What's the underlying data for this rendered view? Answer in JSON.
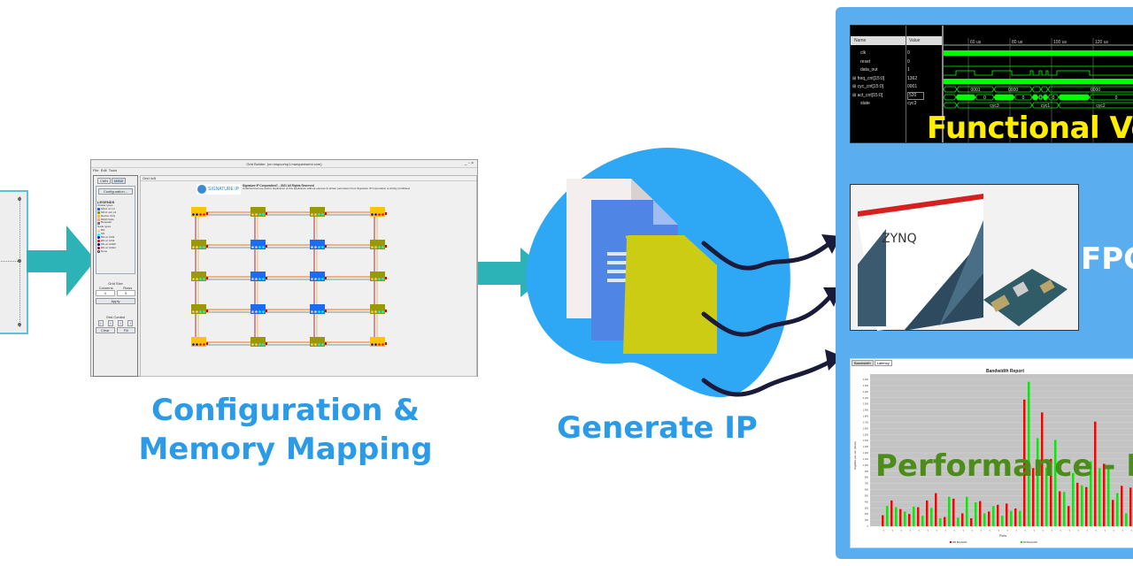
{
  "colors": {
    "caption": "#2b9be8",
    "arrow": "#2bb3b8",
    "blob": "#2ea8f5",
    "panel": "#5aaef0",
    "functional": "#ffee00",
    "performance": "#4c8c1a",
    "wave": "#00ff00"
  },
  "captions": {
    "config_line1": "Configuration &",
    "config_line2": "Memory Mapping",
    "generate": "Generate IP"
  },
  "grid_builder": {
    "window_title": "Grid Builder: (on mspcomp1.marqueesemi.com)",
    "menu": [
      "File",
      "Edit",
      "Tools"
    ],
    "tabs": [
      "CMN",
      "MNW"
    ],
    "configuration_button": "Configuration...",
    "legends_title": "LEGENDS",
    "cluster_types_label": "Cluster types",
    "cluster_types": [
      {
        "label": "MN-F w/ L3",
        "color": "#1a6cf5"
      },
      {
        "label": "MN-F w/o L3",
        "color": "#999900"
      },
      {
        "label": "Device Only",
        "color": "#ffc400"
      },
      {
        "label": "DHM Node",
        "color": "#ff9a9a"
      },
      {
        "label": "Repeater",
        "color": "#777777"
      }
    ],
    "node_types_label": "Node types",
    "node_types": [
      {
        "label": "RN",
        "color": "#ffc990"
      },
      {
        "label": "SN",
        "color": "#00ffff"
      },
      {
        "label": "RN w/ AXI3",
        "color": "#0000ff"
      },
      {
        "label": "RN w/ AXI4",
        "color": "#ff0000"
      },
      {
        "label": "RN w/ ACE5",
        "color": "#00008b"
      },
      {
        "label": "RN w/ ACE4",
        "color": "#aa0000"
      },
      {
        "label": "None",
        "color": "#ffffff"
      }
    ],
    "grid_size_label": "Grid Size",
    "columns_label": "Columns",
    "rows_label": "Rows",
    "columns_value": "4",
    "rows_value": "5",
    "apply_button": "Apply",
    "grid_control_label": "Grid Control",
    "clear_button": "Clear",
    "fill_button": "Fill",
    "main_tab": "Grid 4x5",
    "logo_text": "SIGNATURE IP",
    "copyright": "Signature IP Corporation© - 2021 All Rights Reserved",
    "notice": "Unauthorized use and/or duplication of this application without express & written permission from Signature IP Corporation is strictly prohibited."
  },
  "waveform": {
    "headers": {
      "name": "Name",
      "value": "Value"
    },
    "signals": [
      {
        "name": "clk",
        "value": "0"
      },
      {
        "name": "reset",
        "value": "0"
      },
      {
        "name": "data_out",
        "value": "1"
      },
      {
        "name": "freq_cnt[15:0]",
        "value": "1362"
      },
      {
        "name": "cyc_cnt[15:0]",
        "value": "0001"
      },
      {
        "name": "act_cnt[15:0]",
        "value": "520"
      },
      {
        "name": "state",
        "value": "cyc3"
      }
    ],
    "time_ticks": [
      "60 us",
      "80 us",
      "100 us",
      "120 us"
    ],
    "bus_labels": {
      "cyc": [
        "0001",
        "0000",
        "0000"
      ],
      "act": [
        "0",
        "0",
        "0",
        "0",
        "0"
      ],
      "state": [
        "cyc3",
        "cyc1",
        "cyc2"
      ]
    },
    "overlay": "Functional Ve"
  },
  "fpga": {
    "overlay": "FPG",
    "box_text": "ZYNQ"
  },
  "bandwidth": {
    "tabs": [
      "Bandwidth",
      "Latency"
    ],
    "overlay": "Performance - BW",
    "chart_data": {
      "type": "bar",
      "title": "Bandwidth Report",
      "xlabel": "Ports",
      "ylabel": "GigaBits per sec (Gbps)",
      "ylim": [
        0,
        2400
      ],
      "grid": true,
      "legend": "bottom",
      "series": [
        {
          "name": "WR Bandwidth",
          "color": "#ff0000",
          "values": [
            180,
            420,
            280,
            200,
            310,
            420,
            540,
            150,
            450,
            210,
            130,
            410,
            240,
            350,
            370,
            290,
            2070,
            950,
            1860,
            1100,
            570,
            330,
            710,
            640,
            1710,
            1020,
            430,
            660,
            630
          ]
        },
        {
          "name": "RD Bandwidth",
          "color": "#00ee00",
          "values": [
            330,
            310,
            240,
            320,
            170,
            300,
            130,
            480,
            140,
            480,
            390,
            210,
            330,
            170,
            250,
            250,
            2360,
            1440,
            960,
            1410,
            560,
            870,
            670,
            1060,
            950,
            960,
            540,
            210,
            0
          ]
        }
      ],
      "yticks": [
        0,
        100,
        200,
        300,
        400,
        500,
        600,
        700,
        800,
        900,
        1000,
        1100,
        1200,
        1300,
        1400,
        1500,
        1600,
        1700,
        1800,
        1900,
        2000,
        2100,
        2200,
        2300,
        2400
      ]
    }
  }
}
